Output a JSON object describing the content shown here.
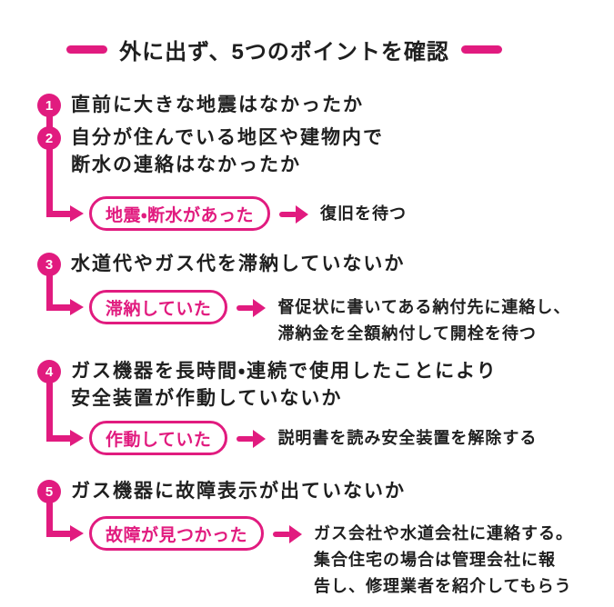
{
  "title": "外に出ず、5つのポイントを確認",
  "colors": {
    "accent": "#e11b7f",
    "text": "#1f1f1f",
    "background": "#ffffff"
  },
  "steps": [
    {
      "number": "1",
      "question_lines": [
        "直前に大きな地震はなかったか"
      ]
    },
    {
      "number": "2",
      "question_lines": [
        "自分が住んでいる地区や建物内で",
        "断水の連絡はなかったか"
      ],
      "branch": {
        "condition": "地震・断水があった",
        "action_lines": [
          "復旧を待つ"
        ]
      }
    },
    {
      "number": "3",
      "question_lines": [
        "水道代やガス代を滞納していないか"
      ],
      "branch": {
        "condition": "滞納していた",
        "action_lines": [
          "督促状に書いてある納付先に連絡し、",
          "滞納金を全額納付して開栓を待つ"
        ]
      }
    },
    {
      "number": "4",
      "question_lines": [
        "ガス機器を長時間・連続で使用したことにより",
        "安全装置が作動していないか"
      ],
      "branch": {
        "condition": "作動していた",
        "action_lines": [
          "説明書を読み安全装置を解除する"
        ]
      }
    },
    {
      "number": "5",
      "question_lines": [
        "ガス機器に故障表示が出ていないか"
      ],
      "branch": {
        "condition": "故障が見つかった",
        "action_lines": [
          "ガス会社や水道会社に連絡する。",
          "集合住宅の場合は管理会社に報",
          "告し、修理業者を紹介してもらう"
        ]
      }
    }
  ]
}
